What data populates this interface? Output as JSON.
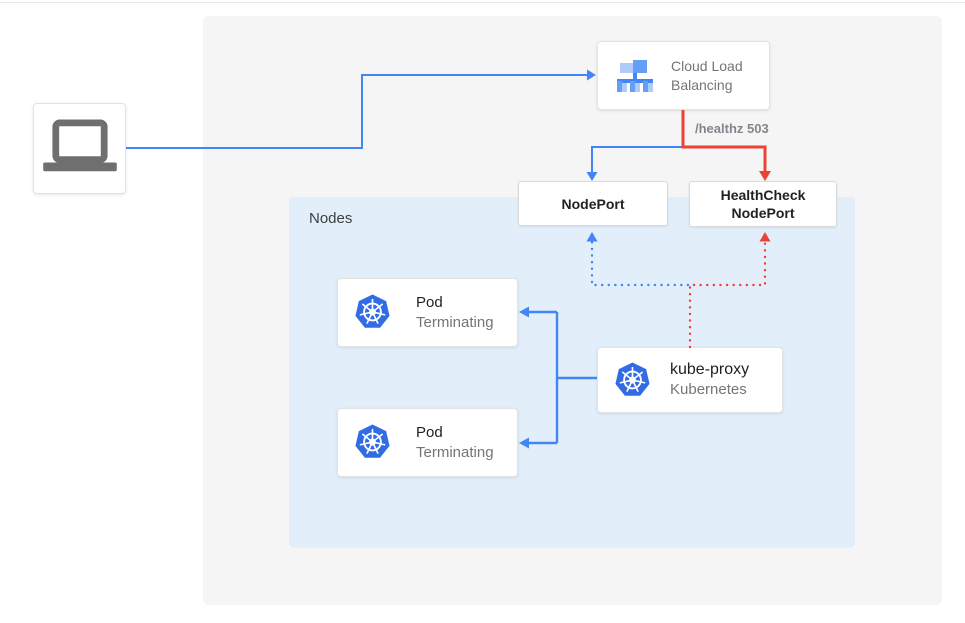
{
  "diagram": {
    "client": {
      "icon": "laptop-icon"
    },
    "cloud_load_balancing": {
      "label_line1": "Cloud Load",
      "label_line2": "Balancing"
    },
    "healthz_label": "/healthz 503",
    "nodeport": {
      "label": "NodePort"
    },
    "healthcheck_nodeport": {
      "label_line1": "HealthCheck",
      "label_line2": "NodePort"
    },
    "nodes_container": {
      "label": "Nodes"
    },
    "pods": [
      {
        "title": "Pod",
        "subtitle": "Terminating"
      },
      {
        "title": "Pod",
        "subtitle": "Terminating"
      }
    ],
    "kube_proxy": {
      "title": "kube-proxy",
      "subtitle": "Kubernetes"
    },
    "colors": {
      "arrow_blue": "#4285f4",
      "arrow_red": "#ea4335",
      "nodes_bg": "#e2effb",
      "panel_bg": "#f5f5f5",
      "kubernetes_blue": "#326ce5",
      "lb_icon_light_blue": "#aecbfa",
      "lb_icon_mid_blue": "#669df6",
      "laptop_gray": "#6f6f6f",
      "text_dark": "#202124",
      "text_gray": "#757575",
      "healthz_gray": "#80868b"
    }
  }
}
